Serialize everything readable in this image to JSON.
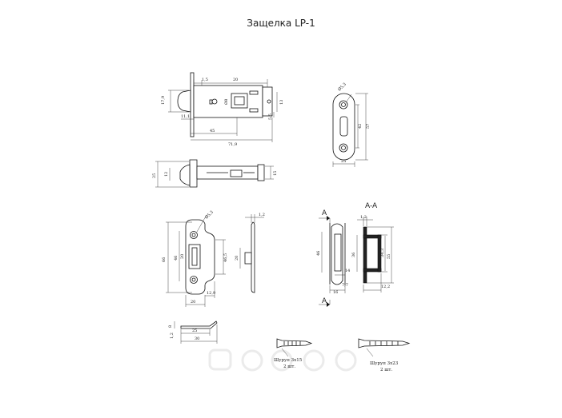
{
  "title": "Защелка LP-1",
  "dims": {
    "top_1_5": "1,5",
    "top_20": "20",
    "top_17_9": "17,9",
    "top_11_1": "11,1",
    "top_phi8": "Ø8",
    "top_13": "13",
    "top_5_5": "5,5",
    "top_45": "45",
    "top_71_9": "71,9",
    "side_25": "25",
    "side_12": "12",
    "side_15": "15",
    "plate_phi5_3": "Ø5,3",
    "plate_42": "42",
    "plate_57": "57",
    "plate_25": "25",
    "strike_phi5_3": "Ø5,3",
    "strike_66": "66",
    "strike_46": "46",
    "strike_20v": "20",
    "strike_46_5": "46,5",
    "strike_20": "20",
    "strike_12_9": "12,9",
    "profile_1_2": "1,2",
    "profile_20": "20",
    "box_46": "46",
    "box_14": "14",
    "box_16": "16",
    "box_7_7": "7,7",
    "sec_1_2": "1,2",
    "sec_36": "36",
    "sec_34_3": "34,3",
    "sec_55": "55",
    "sec_12_2": "12,2",
    "bent_8": "8",
    "bent_1_2": "1,2",
    "bent_25": "25",
    "bent_30": "30"
  },
  "section_label": "A-A",
  "section_mark_top": "A",
  "section_mark_bottom": "A",
  "screw1": {
    "name": "Шуруп 3х15",
    "qty": "2 шт."
  },
  "screw2": {
    "name": "Шуруп 3х23",
    "qty": "2 шт."
  }
}
